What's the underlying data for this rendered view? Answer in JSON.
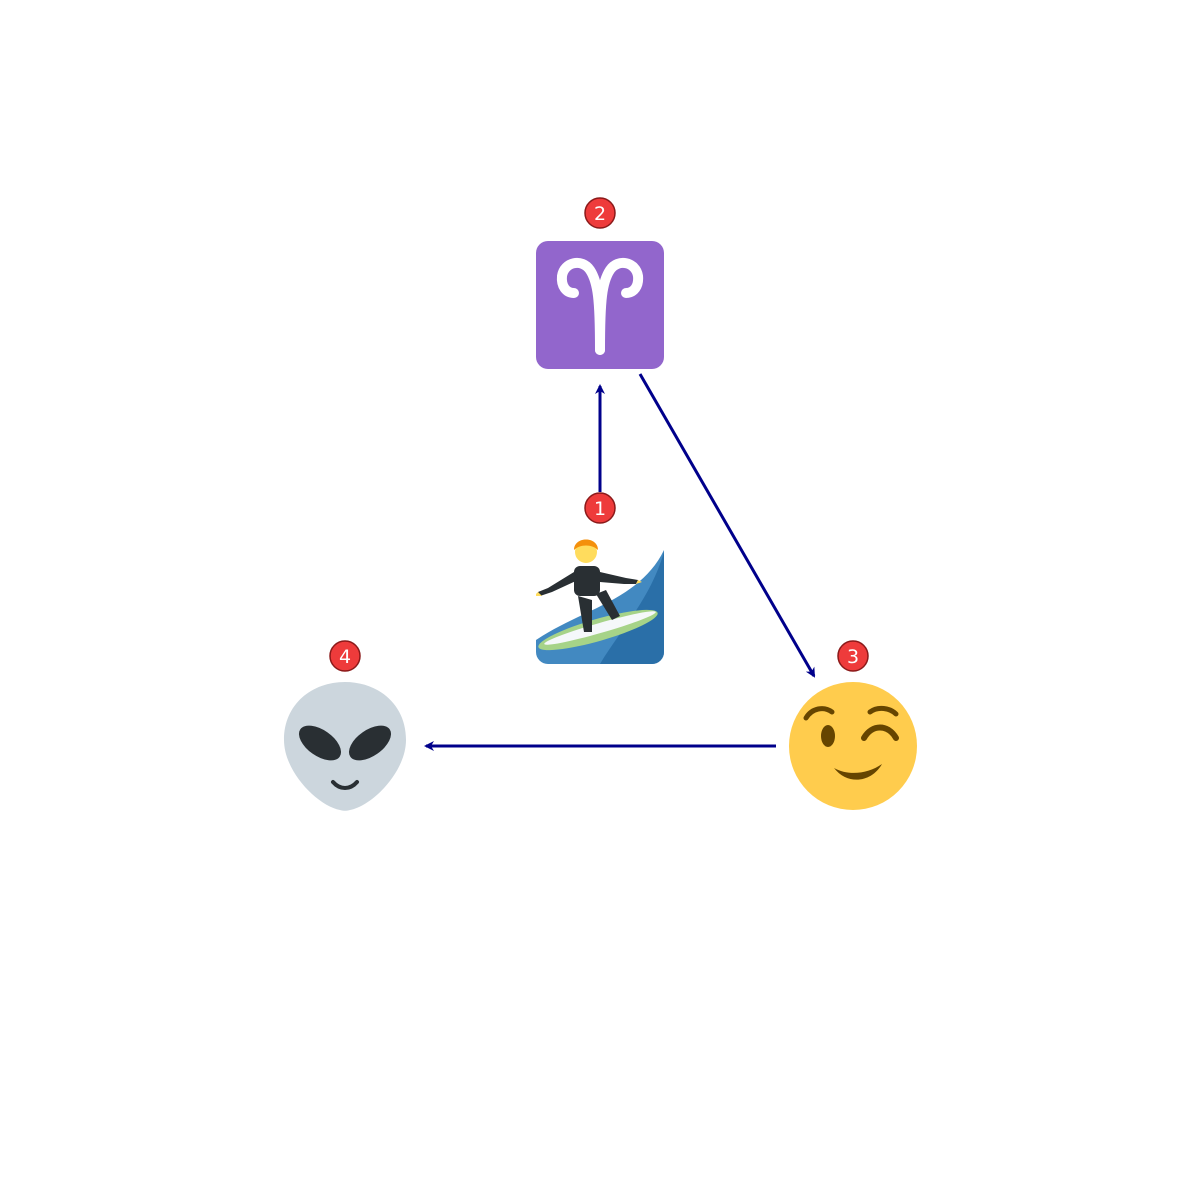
{
  "diagram": {
    "colors": {
      "arrow": "#00008b",
      "badge_fill": "#ee3b3b",
      "badge_stroke": "#8b1a1a",
      "badge_text": "#ffffff"
    },
    "nodes": [
      {
        "id": "n1",
        "number": "1",
        "icon": "surfer-icon"
      },
      {
        "id": "n2",
        "number": "2",
        "icon": "aries-icon"
      },
      {
        "id": "n3",
        "number": "3",
        "icon": "winking-face-icon"
      },
      {
        "id": "n4",
        "number": "4",
        "icon": "alien-icon"
      }
    ],
    "edges": [
      {
        "from": "n1",
        "to": "n2"
      },
      {
        "from": "n2",
        "to": "n3"
      },
      {
        "from": "n3",
        "to": "n4"
      }
    ]
  }
}
